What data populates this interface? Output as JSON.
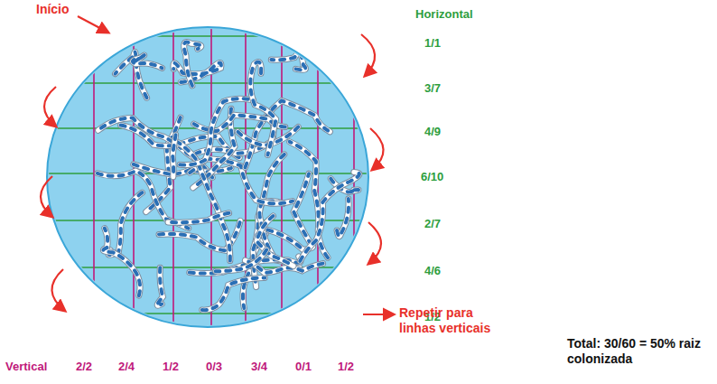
{
  "diagram": {
    "labels": [
      "Início",
      "Horizontal",
      "1/1",
      "3/7",
      "4/9",
      "6/10",
      "2/7",
      "4/6",
      "1/2",
      "Repetir para linhas verticais",
      "Vertical",
      "2/2",
      "2/4",
      "1/2",
      "0/3",
      "3/4",
      "0/1",
      "1/2",
      "Total: 30/60 = 50% raiz colonizada"
    ]
  }
}
